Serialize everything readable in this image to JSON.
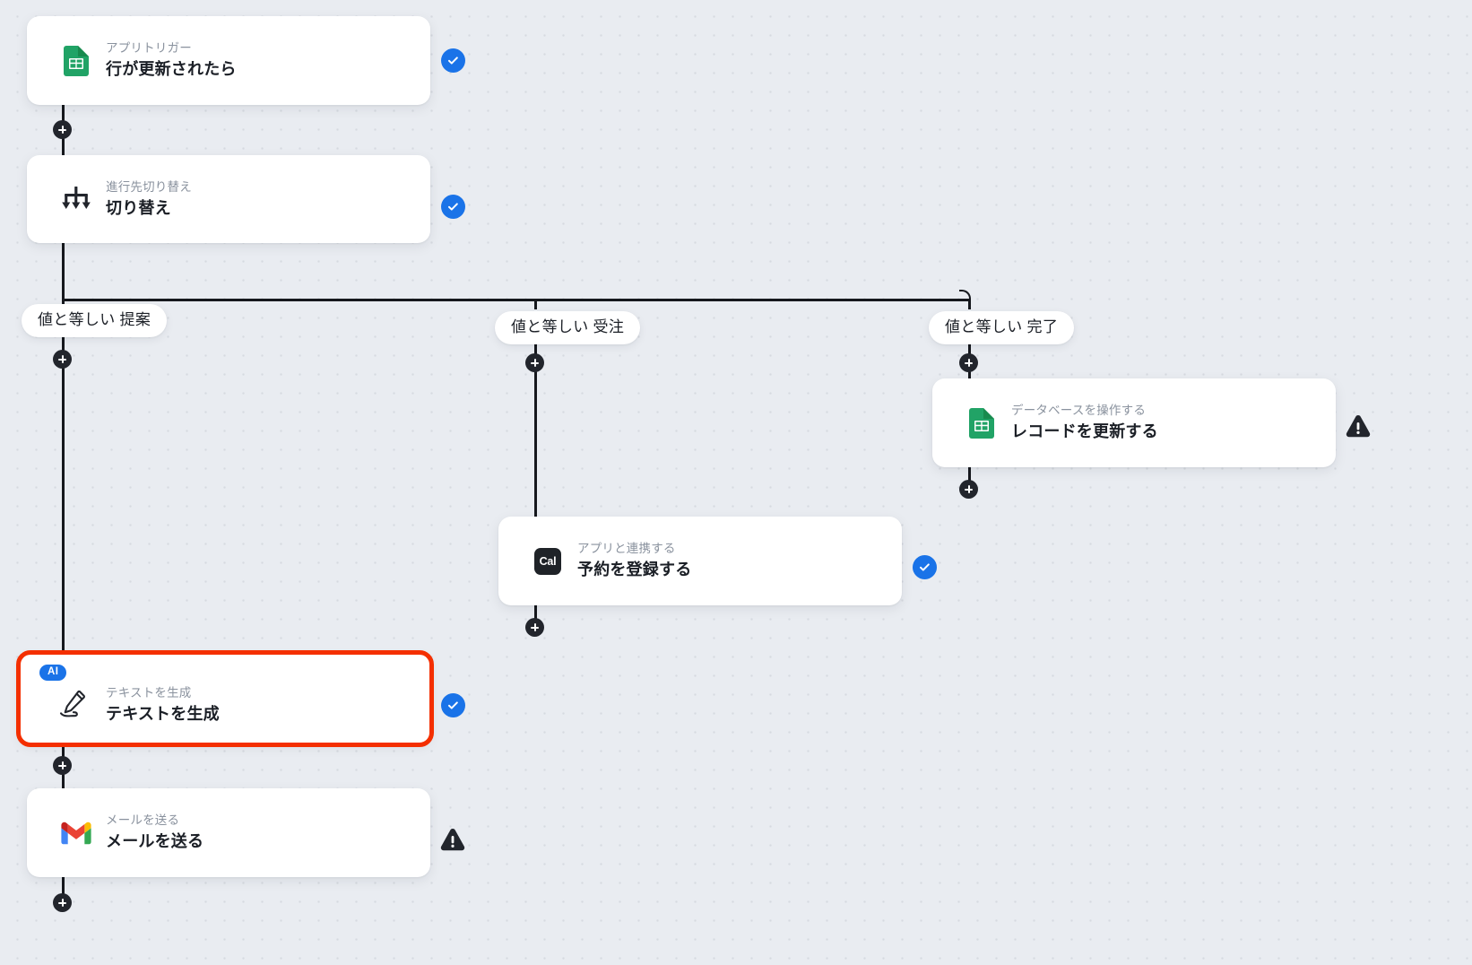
{
  "canvas": {
    "background_color": "#e9ecf1",
    "dot_color": "#d6dae0",
    "edge_color": "#16181d"
  },
  "colors": {
    "accent_blue": "#1a73e8",
    "selection_red": "#f42f00",
    "warning_dark": "#22252c",
    "sheets_green": "#21a366",
    "card_white": "#ffffff",
    "subtitle_gray": "#8a929e",
    "title_dark": "#1b1f26"
  },
  "nodes": [
    {
      "id": "trigger-sheets",
      "icon": "google-sheets-icon",
      "subtitle": "アプリトリガー",
      "title": "行が更新されたら",
      "status": "check"
    },
    {
      "id": "switch",
      "icon": "branch-switch-icon",
      "subtitle": "進行先切り替え",
      "title": "切り替え",
      "status": "check"
    },
    {
      "id": "update-record",
      "icon": "google-sheets-icon",
      "subtitle": "データベースを操作する",
      "title": "レコードを更新する",
      "status": "warning"
    },
    {
      "id": "cal-booking",
      "icon": "cal-icon",
      "subtitle": "アプリと連携する",
      "title": "予約を登録する",
      "status": "check"
    },
    {
      "id": "generate-text",
      "icon": "ai-pencil-icon",
      "badge": "AI",
      "subtitle": "テキストを生成",
      "title": "テキストを生成",
      "status": "check",
      "selected": true
    },
    {
      "id": "send-mail",
      "icon": "gmail-icon",
      "subtitle": "メールを送る",
      "title": "メールを送る",
      "status": "warning"
    }
  ],
  "branches": [
    {
      "id": "branch-proposal",
      "label": "値と等しい 提案"
    },
    {
      "id": "branch-order",
      "label": "値と等しい 受注"
    },
    {
      "id": "branch-done",
      "label": "値と等しい 完了"
    }
  ],
  "add_buttons": [
    {
      "id": "add-after-trigger"
    },
    {
      "id": "add-branch-proposal"
    },
    {
      "id": "add-branch-order"
    },
    {
      "id": "add-branch-done"
    },
    {
      "id": "add-after-update-record"
    },
    {
      "id": "add-after-cal-booking"
    },
    {
      "id": "add-after-generate-text"
    },
    {
      "id": "add-after-send-mail"
    }
  ]
}
